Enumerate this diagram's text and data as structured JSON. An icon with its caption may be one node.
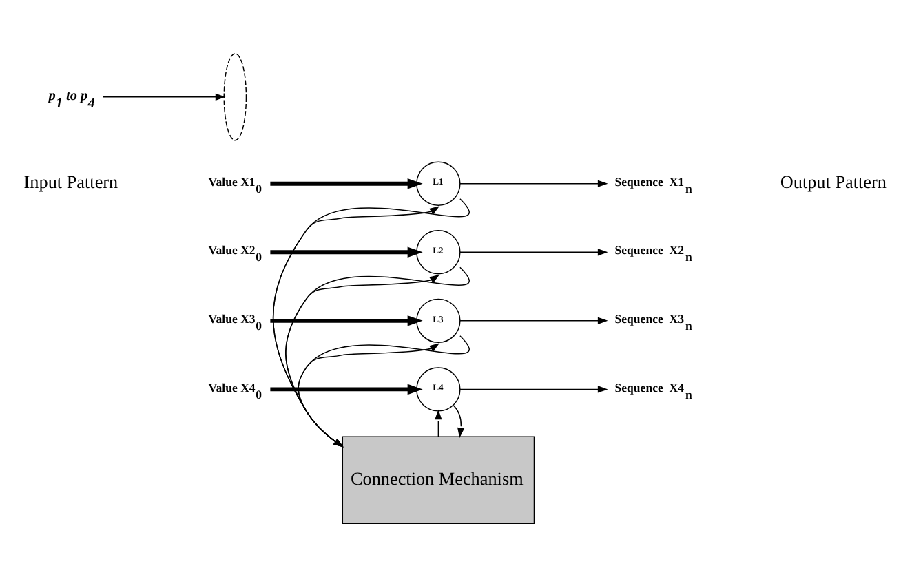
{
  "diagram": {
    "nodes": [
      {
        "text": [
          "Value X1$_{0}$"
        ]
      },
      {
        "text": [
          "L1"
        ]
      },
      {
        "text": [
          "Sequence  X1$_{n}$"
        ]
      },
      {
        "text": [
          "Value X2$_{0}$"
        ]
      },
      {
        "text": [
          "L2"
        ]
      },
      {
        "text": [
          "Sequence  X2$_{n}$"
        ]
      },
      {
        "text": [
          "Value X3$_{0}$"
        ]
      },
      {
        "text": [
          "L3"
        ]
      },
      {
        "text": [
          "Sequence  X3$_{n}$"
        ]
      },
      {
        "text": [
          "Value X4$_{0}$"
        ]
      },
      {
        "text": [
          "L4"
        ]
      },
      {
        "text": [
          "Sequence  X4$_{n}$"
        ]
      },
      {
        "text": [
          "Connection Mechanism"
        ]
      },
      {
        "text": [],
        "shape": "ellipse"
      },
      {
        "text": [
          "p$_{1}$ to p$_{4}$"
        ]
      }
    ],
    "edges": [
      {
        "from": 0,
        "to": 1,
        "arrow": "to",
        "style": "thick"
      },
      {
        "from": 1,
        "to": 2,
        "arrow": "to"
      },
      {
        "from": 3,
        "to": 4,
        "arrow": "to",
        "style": "thick"
      },
      {
        "from": 4,
        "to": 5,
        "arrow": "to"
      },
      {
        "from": 6,
        "to": 7,
        "arrow": "to",
        "style": "thick"
      },
      {
        "from": 7,
        "to": 8,
        "arrow": "to"
      },
      {
        "from": 9,
        "to": 10,
        "arrow": "to",
        "style": "thick"
      },
      {
        "from": 10,
        "to": 11,
        "arrow": "to"
      },
      {
        "from": 10,
        "to": 12,
        "arrow": "to"
      },
      {
        "from": 7,
        "to": 12,
        "arrow": "to"
      },
      {
        "from": 4,
        "to": 12,
        "arrow": "to"
      },
      {
        "from": 1,
        "to": 12,
        "arrow": "to"
      },
      {
        "from": 12,
        "to": 10,
        "arrow": "to"
      },
      {
        "from": 12,
        "to": 7,
        "arrow": "to"
      },
      {
        "from": 12,
        "to": 4,
        "arrow": "to"
      },
      {
        "from": 12,
        "to": 1,
        "arrow": "to"
      },
      {
        "from": 14,
        "to": 13,
        "arrow": "to"
      }
    ],
    "labels": [
      "Input Pattern",
      "Output Pattern"
    ]
  }
}
